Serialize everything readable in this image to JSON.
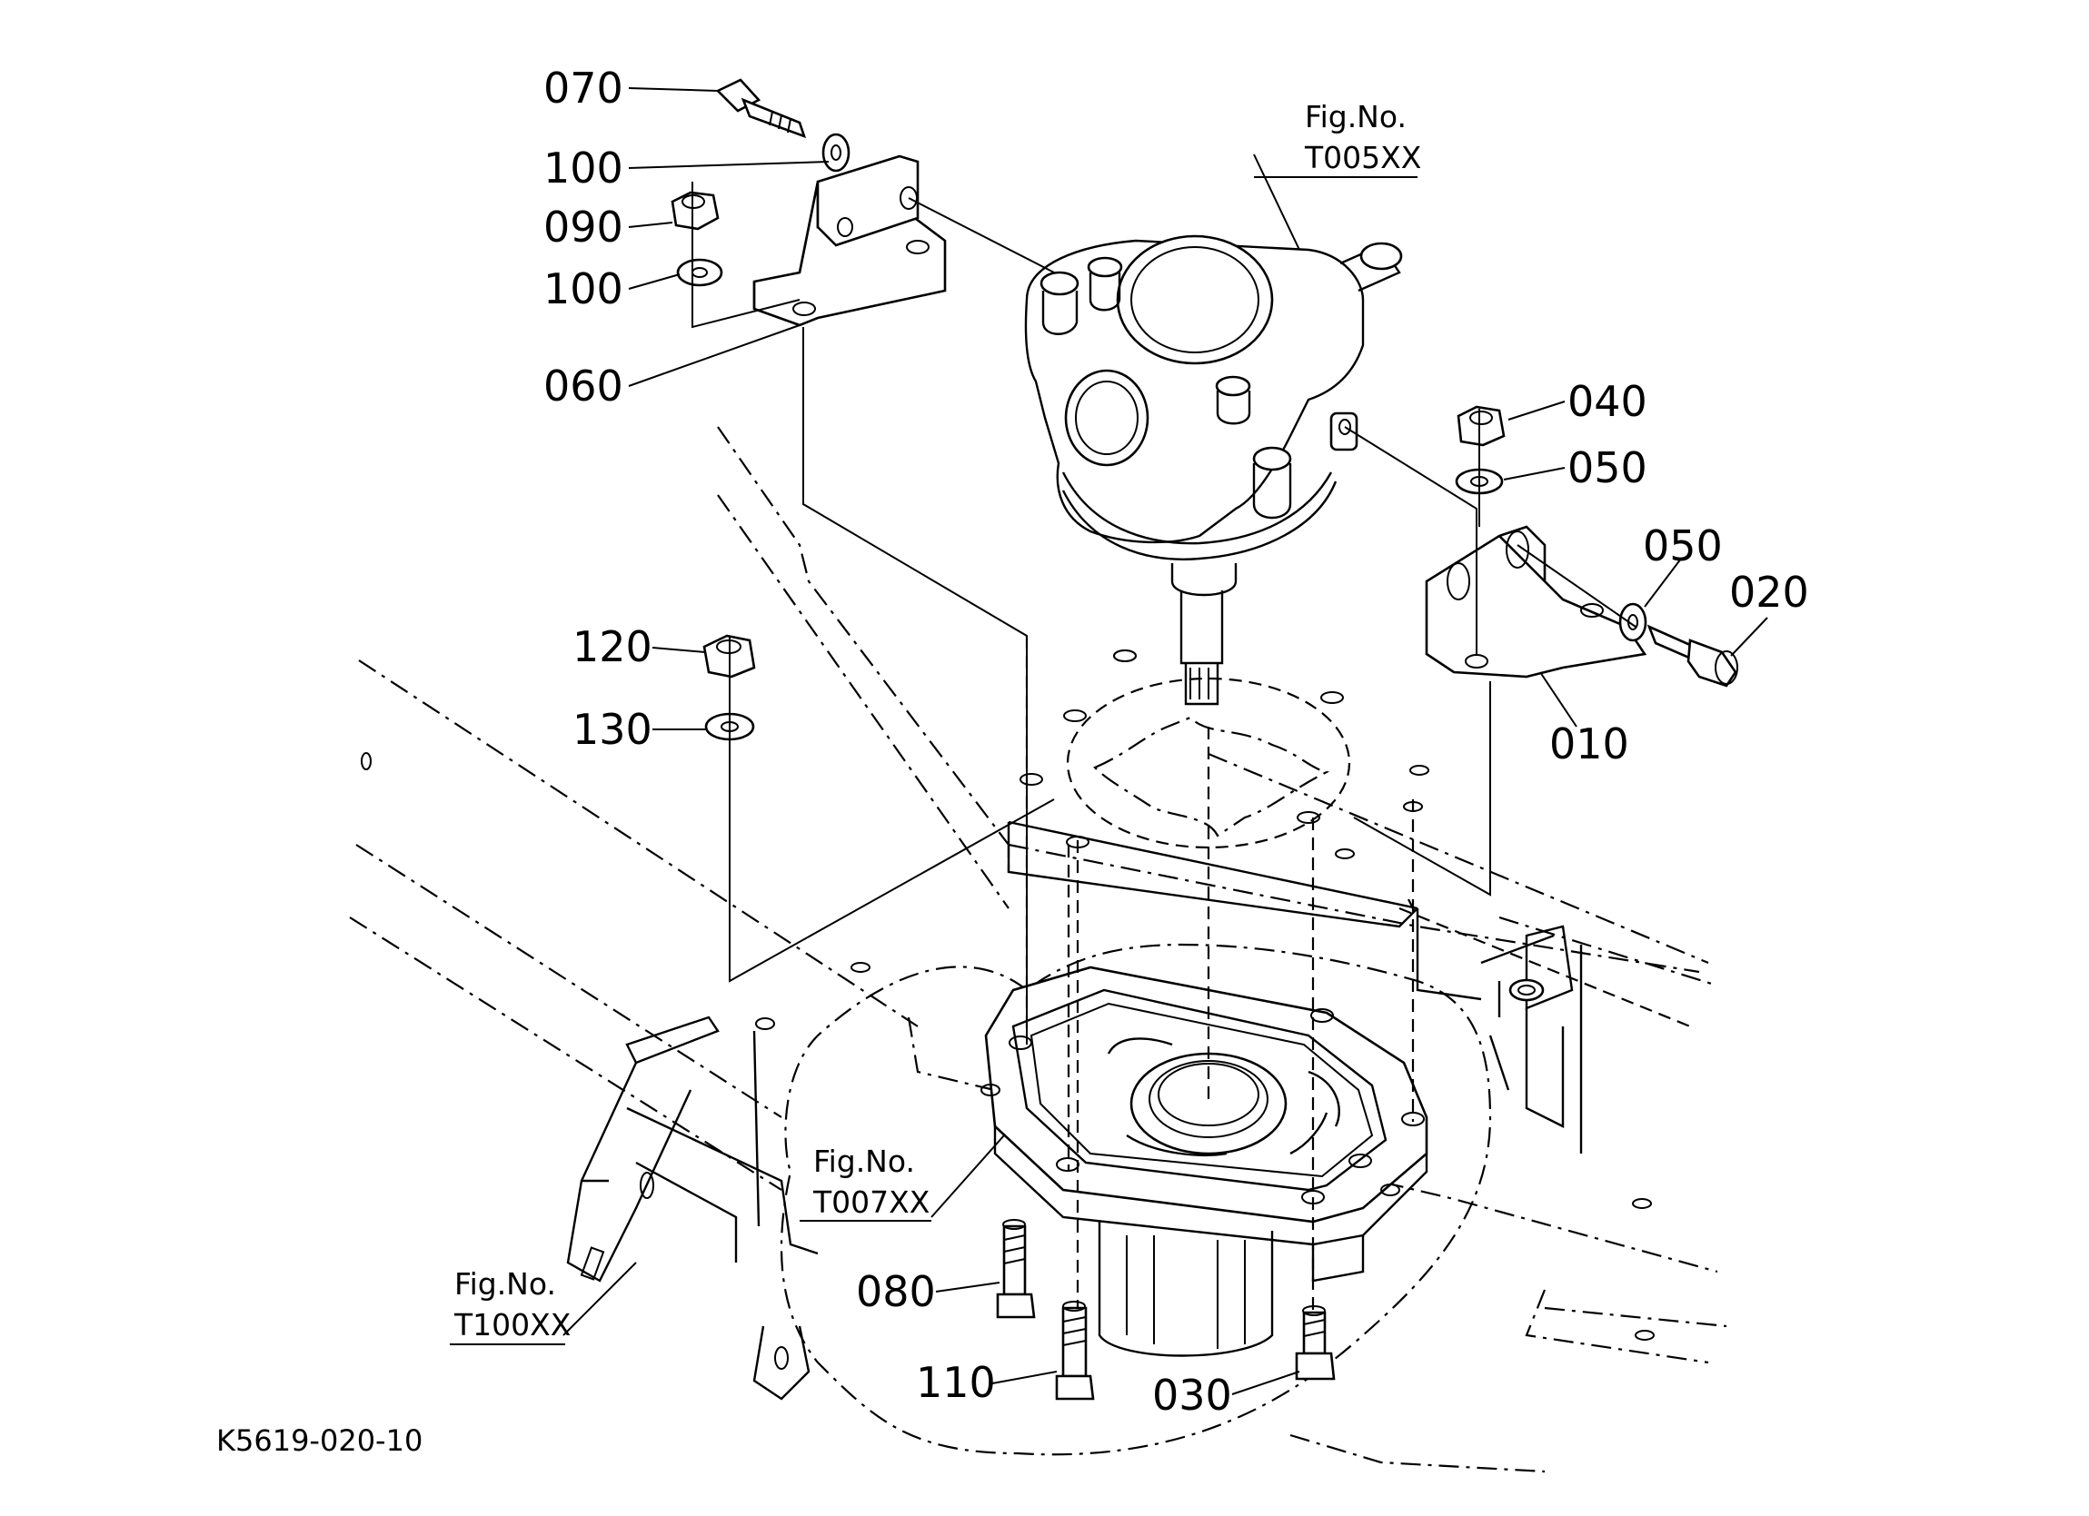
{
  "part_labels": [
    {
      "id": "070",
      "text": "070"
    },
    {
      "id": "100a",
      "text": "100"
    },
    {
      "id": "090",
      "text": "090"
    },
    {
      "id": "100b",
      "text": "100"
    },
    {
      "id": "060",
      "text": "060"
    },
    {
      "id": "040",
      "text": "040"
    },
    {
      "id": "050a",
      "text": "050"
    },
    {
      "id": "050b",
      "text": "050"
    },
    {
      "id": "020",
      "text": "020"
    },
    {
      "id": "010",
      "text": "010"
    },
    {
      "id": "120",
      "text": "120"
    },
    {
      "id": "130",
      "text": "130"
    },
    {
      "id": "080",
      "text": "080"
    },
    {
      "id": "110",
      "text": "110"
    },
    {
      "id": "030",
      "text": "030"
    }
  ],
  "figure_refs": [
    {
      "line1": "Fig.No.",
      "line2": "T005XX"
    },
    {
      "line1": "Fig.No.",
      "line2": "T007XX"
    },
    {
      "line1": "Fig.No.",
      "line2": "T100XX"
    }
  ],
  "drawing_code": "K5619-020-10"
}
